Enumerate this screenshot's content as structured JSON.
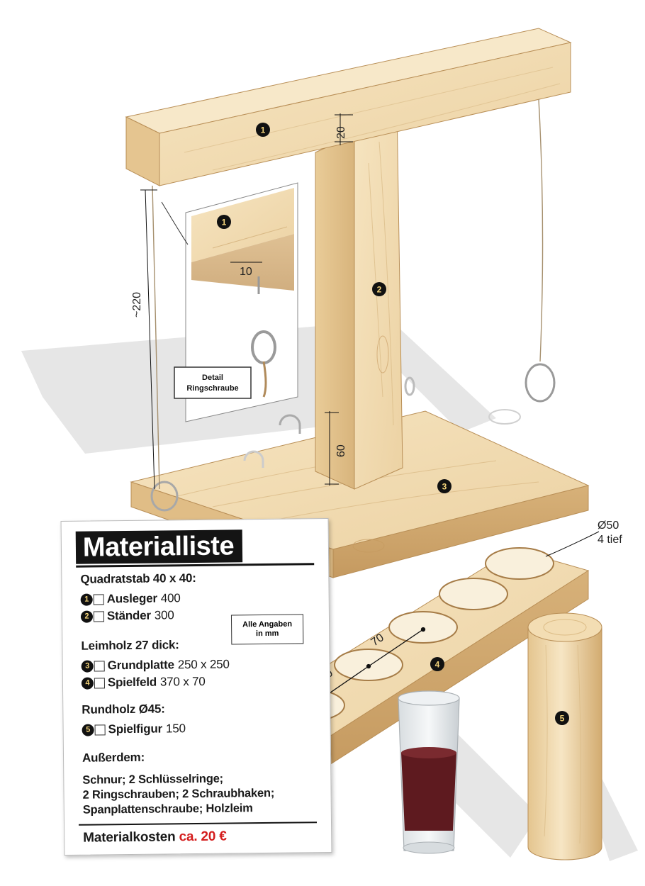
{
  "labels": {
    "callout_1": "1",
    "callout_2": "2",
    "callout_3": "3",
    "callout_4": "4",
    "callout_5": "5",
    "dim_20": "20",
    "dim_220": "~220",
    "dim_10": "10",
    "dim_60": "60",
    "dim_70a": "70",
    "dim_70b": "70",
    "dim_d50": "Ø50",
    "dim_depth": "4 tief",
    "detail_line1": "Detail",
    "detail_line2": "Ringschraube"
  },
  "materials": {
    "title": "Materialliste",
    "groups": [
      {
        "heading": "Quadratstab 40 x 40:",
        "items": [
          {
            "num": "1",
            "name": "Ausleger",
            "size": "400"
          },
          {
            "num": "2",
            "name": "Ständer",
            "size": "300"
          }
        ]
      },
      {
        "heading": "Leimholz 27 dick:",
        "items": [
          {
            "num": "3",
            "name": "Grundplatte",
            "size": "250 x 250"
          },
          {
            "num": "4",
            "name": "Spielfeld",
            "size": "370 x 70"
          }
        ]
      },
      {
        "heading": "Rundholz Ø45:",
        "items": [
          {
            "num": "5",
            "name": "Spielfigur",
            "size": "150"
          }
        ]
      }
    ],
    "units_note_line1": "Alle Angaben",
    "units_note_line2": "in mm",
    "extras_heading": "Außerdem:",
    "extras_line1": "Schnur; 2 Schlüsselringe;",
    "extras_line2": "2 Ringschrauben; 2 Schraubhaken;",
    "extras_line3": "Spanplattenschraube; Holzleim",
    "cost_label": "Materialkosten",
    "cost_value": "ca. 20 €"
  },
  "colors": {
    "wood_light": "#f1d9ae",
    "wood_mid": "#e2c08c",
    "wood_dark": "#c89d63",
    "badge": "#111111",
    "badge_text": "#f3d37a",
    "accent_red": "#d41d1d"
  }
}
